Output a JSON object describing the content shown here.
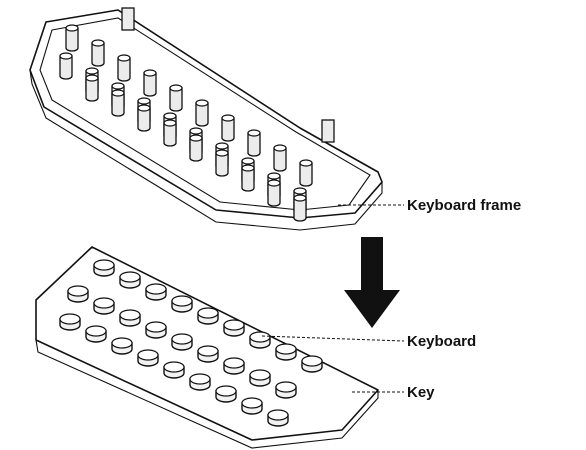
{
  "labels": {
    "keyboard_frame": "Keyboard frame",
    "keyboard": "Keyboard",
    "key": "Key"
  },
  "colors": {
    "line": "#111111",
    "background": "#ffffff"
  }
}
